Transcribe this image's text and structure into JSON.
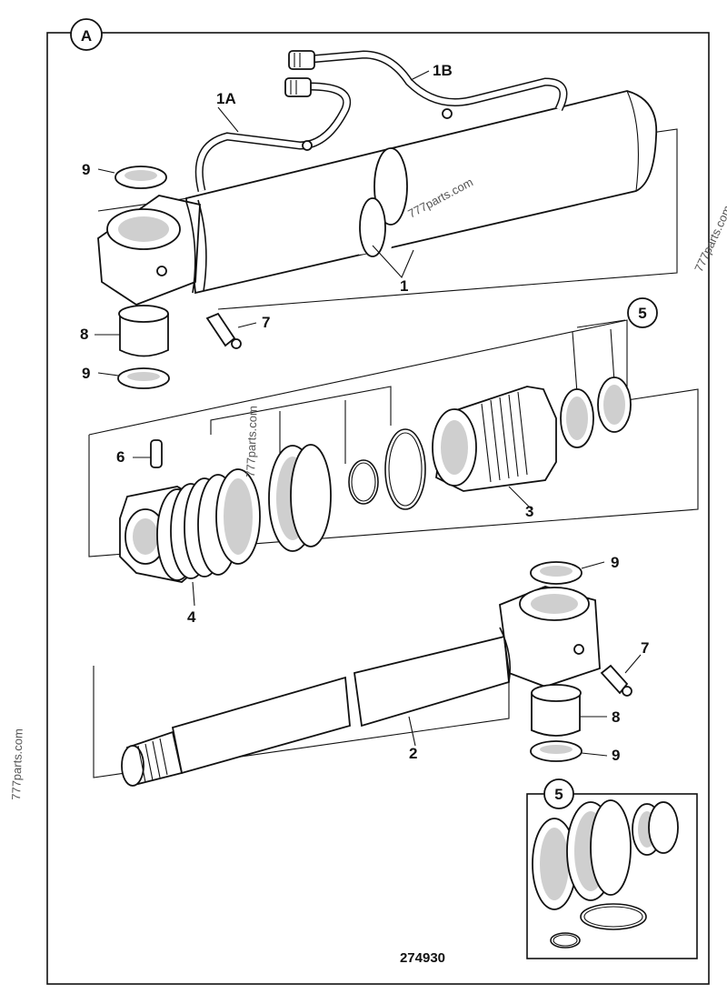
{
  "diagram": {
    "section_letter": "A",
    "figure_number": "274930",
    "watermark": "777parts.com",
    "callouts": {
      "p1": "1",
      "p1a": "1A",
      "p1b": "1B",
      "p2": "2",
      "p3": "3",
      "p4": "4",
      "p5": "5",
      "p6": "6",
      "p7": "7",
      "p8": "8",
      "p9": "9"
    },
    "inset_label": "5"
  }
}
